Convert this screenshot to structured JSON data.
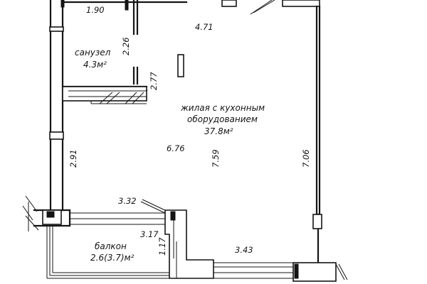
{
  "rooms": {
    "bathroom": {
      "name": "санузел",
      "area": "4.3м²"
    },
    "living": {
      "name_line1": "жилая с кухонным",
      "name_line2": "оборудованием",
      "area": "37.8м²"
    },
    "balcony": {
      "name": "балкон",
      "area": "2.6(3.7)м²"
    }
  },
  "dimensions": {
    "bath_top_width": "1.90",
    "bath_side": "2.26",
    "living_top": "4.71",
    "passage": "2.77",
    "left_wall": "2.91",
    "living_width": "6.76",
    "living_depth": "7.59",
    "right_wall": "7.06",
    "diagonal": "3.32",
    "balcony_width": "3.17",
    "balcony_depth": "1.17",
    "bottom_span": "3.43"
  }
}
